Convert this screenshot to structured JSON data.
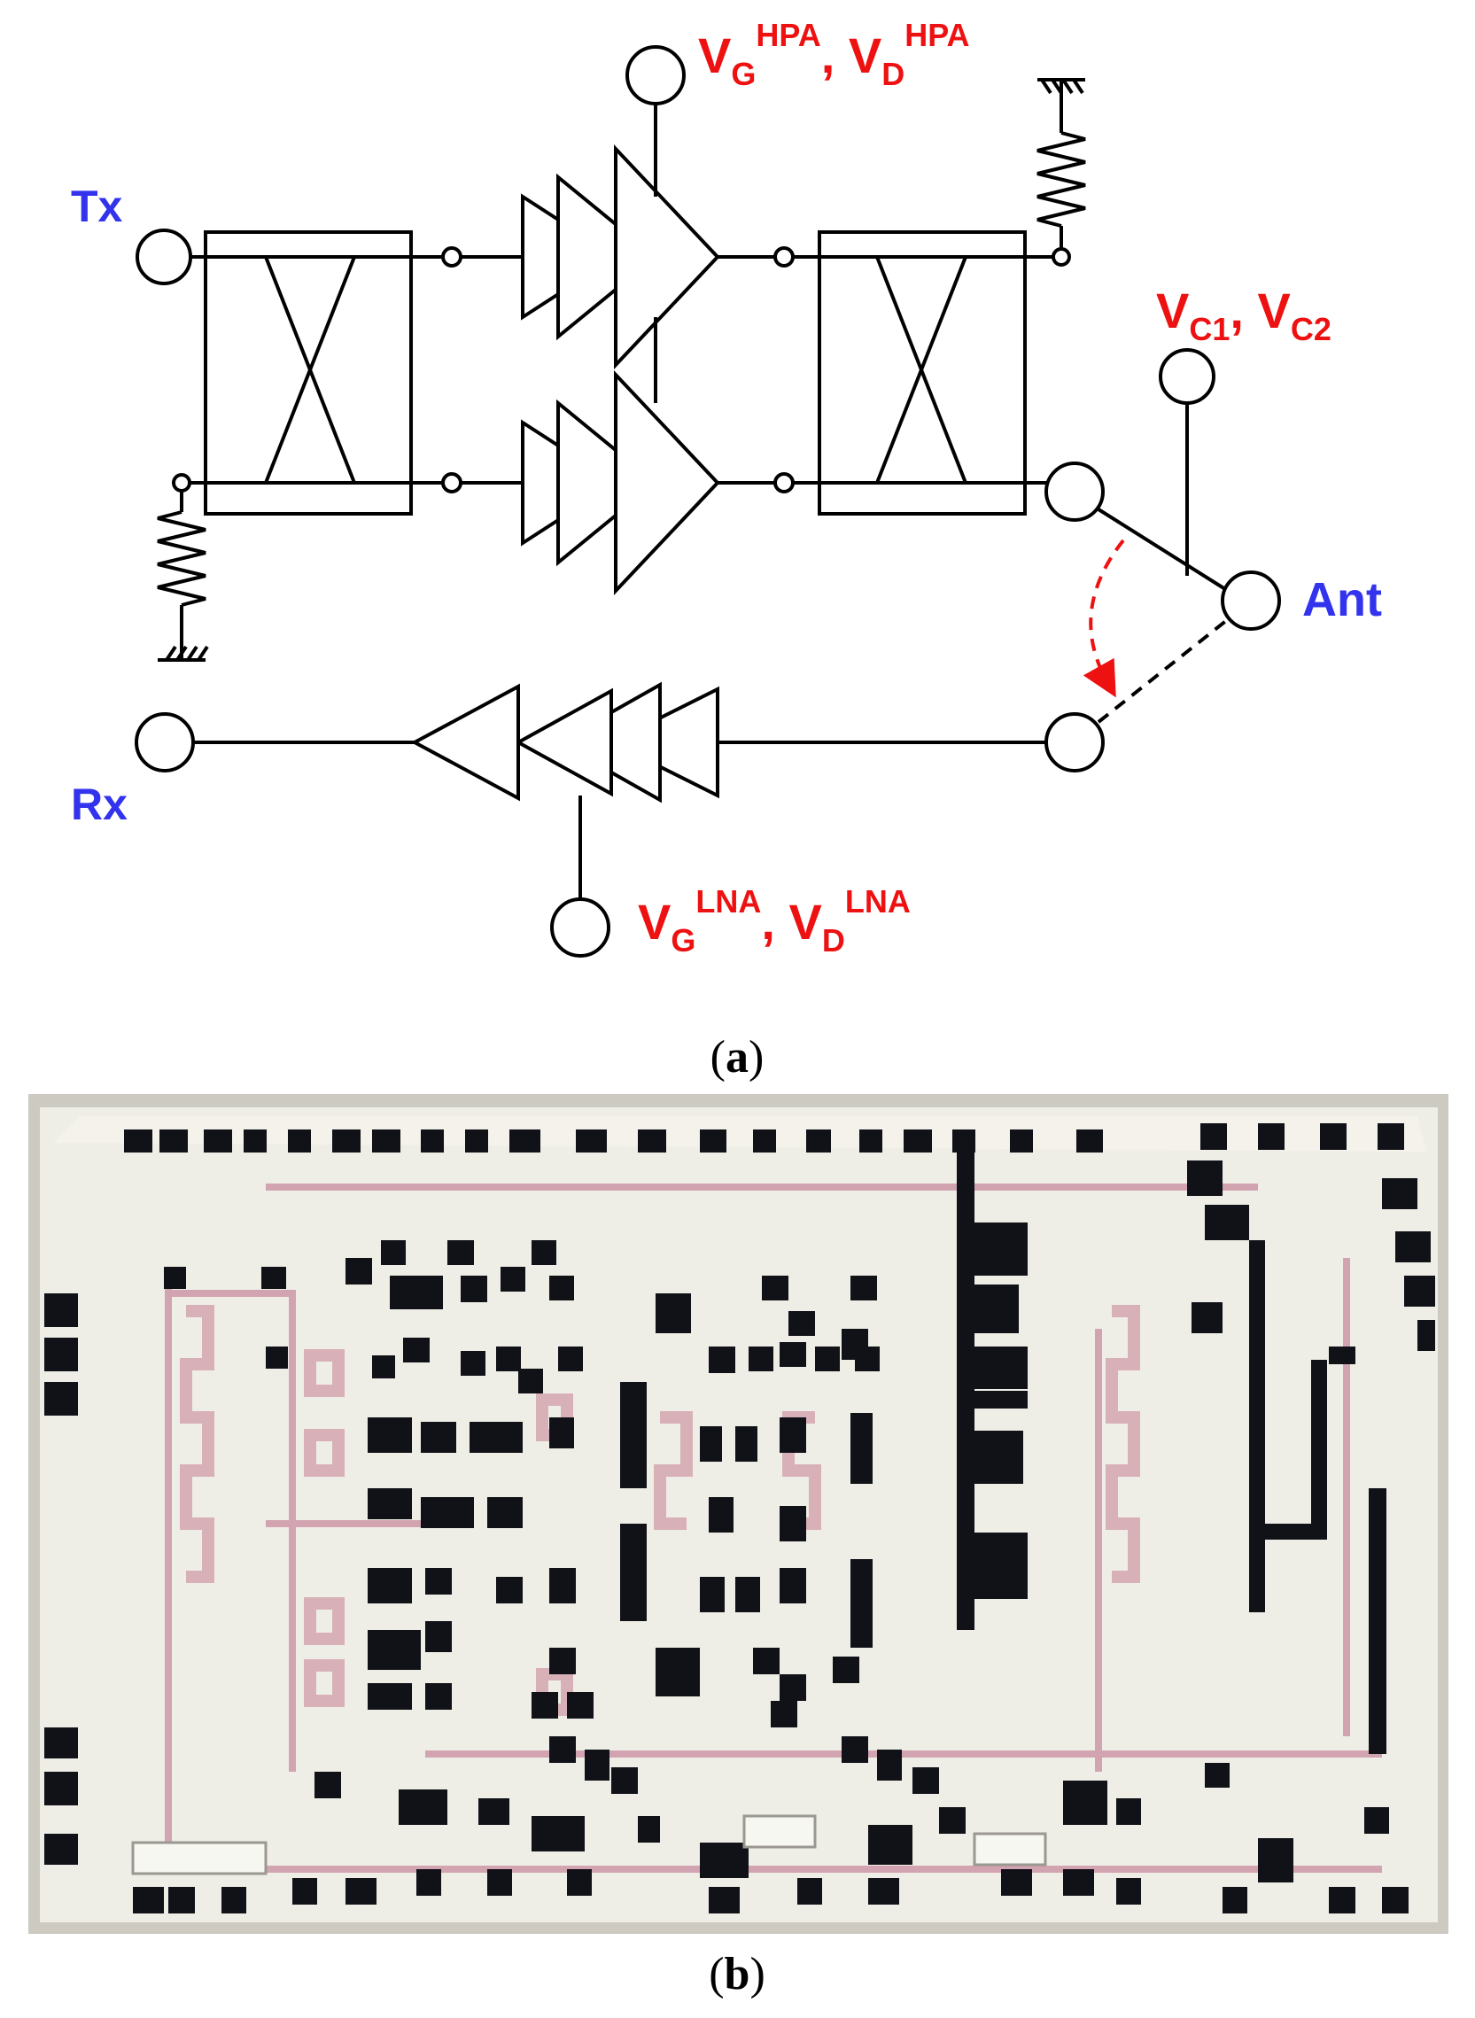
{
  "colors": {
    "line": "#000000",
    "port_label": "#3333ee",
    "bias_label": "#ee1111",
    "switch_arrow": "#ee1111",
    "chip_background": "#efeee6",
    "chip_frame": "#c9c6bd",
    "chip_pad": "#101218",
    "chip_trace": "#d2a3b0"
  },
  "schematic": {
    "ports": {
      "tx": "Tx",
      "rx": "Rx",
      "ant": "Ant"
    },
    "bias": {
      "hpa": {
        "v1": "V",
        "s1": "G",
        "p1": "HPA",
        "sep": ", ",
        "v2": "V",
        "s2": "D",
        "p2": "HPA"
      },
      "lna": {
        "v1": "V",
        "s1": "G",
        "p1": "LNA",
        "sep": ", ",
        "v2": "V",
        "s2": "D",
        "p2": "LNA"
      },
      "switch": {
        "v1": "V",
        "s1": "C1",
        "sep": ", ",
        "v2": "V",
        "s2": "C2"
      }
    }
  },
  "captions": {
    "a": {
      "open": "(",
      "letter": "a",
      "close": ")"
    },
    "b": {
      "open": "(",
      "letter": "b",
      "close": ")"
    }
  }
}
